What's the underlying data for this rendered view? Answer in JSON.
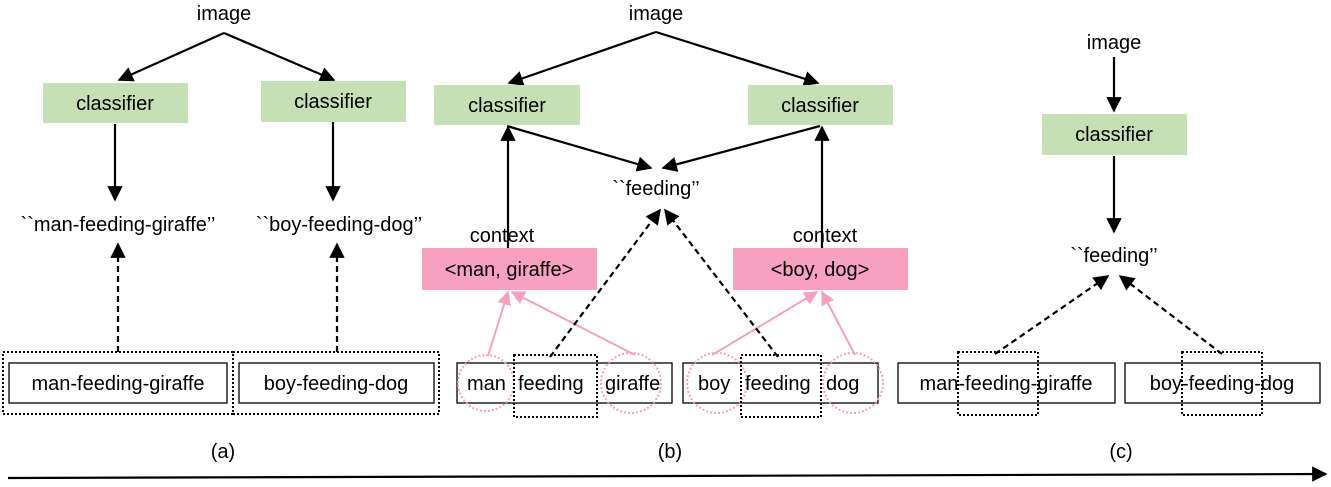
{
  "labels": {
    "image": "image",
    "classifier": "classifier",
    "context": "context",
    "feeding": "``feeding’’",
    "man_feeding_giraffe_quoted": "``man-feeding-giraffe’’",
    "boy_feeding_dog_quoted": "``boy-feeding-dog’’",
    "man_feeding_giraffe": "man-feeding-giraffe",
    "boy_feeding_dog": "boy-feeding-dog",
    "man": "man",
    "boy": "boy",
    "giraffe": "giraffe",
    "dog": "dog",
    "feeding_word": "feeding",
    "pair_man_giraffe": "<man, giraffe>",
    "pair_boy_dog": "<boy, dog>"
  },
  "panel_captions": [
    "(a)",
    "(b)",
    "(c)"
  ],
  "colors": {
    "classifier_fill": "#c5e0b4",
    "context_fill": "#f7a0c0",
    "pink_link": "#f5a0c0"
  }
}
